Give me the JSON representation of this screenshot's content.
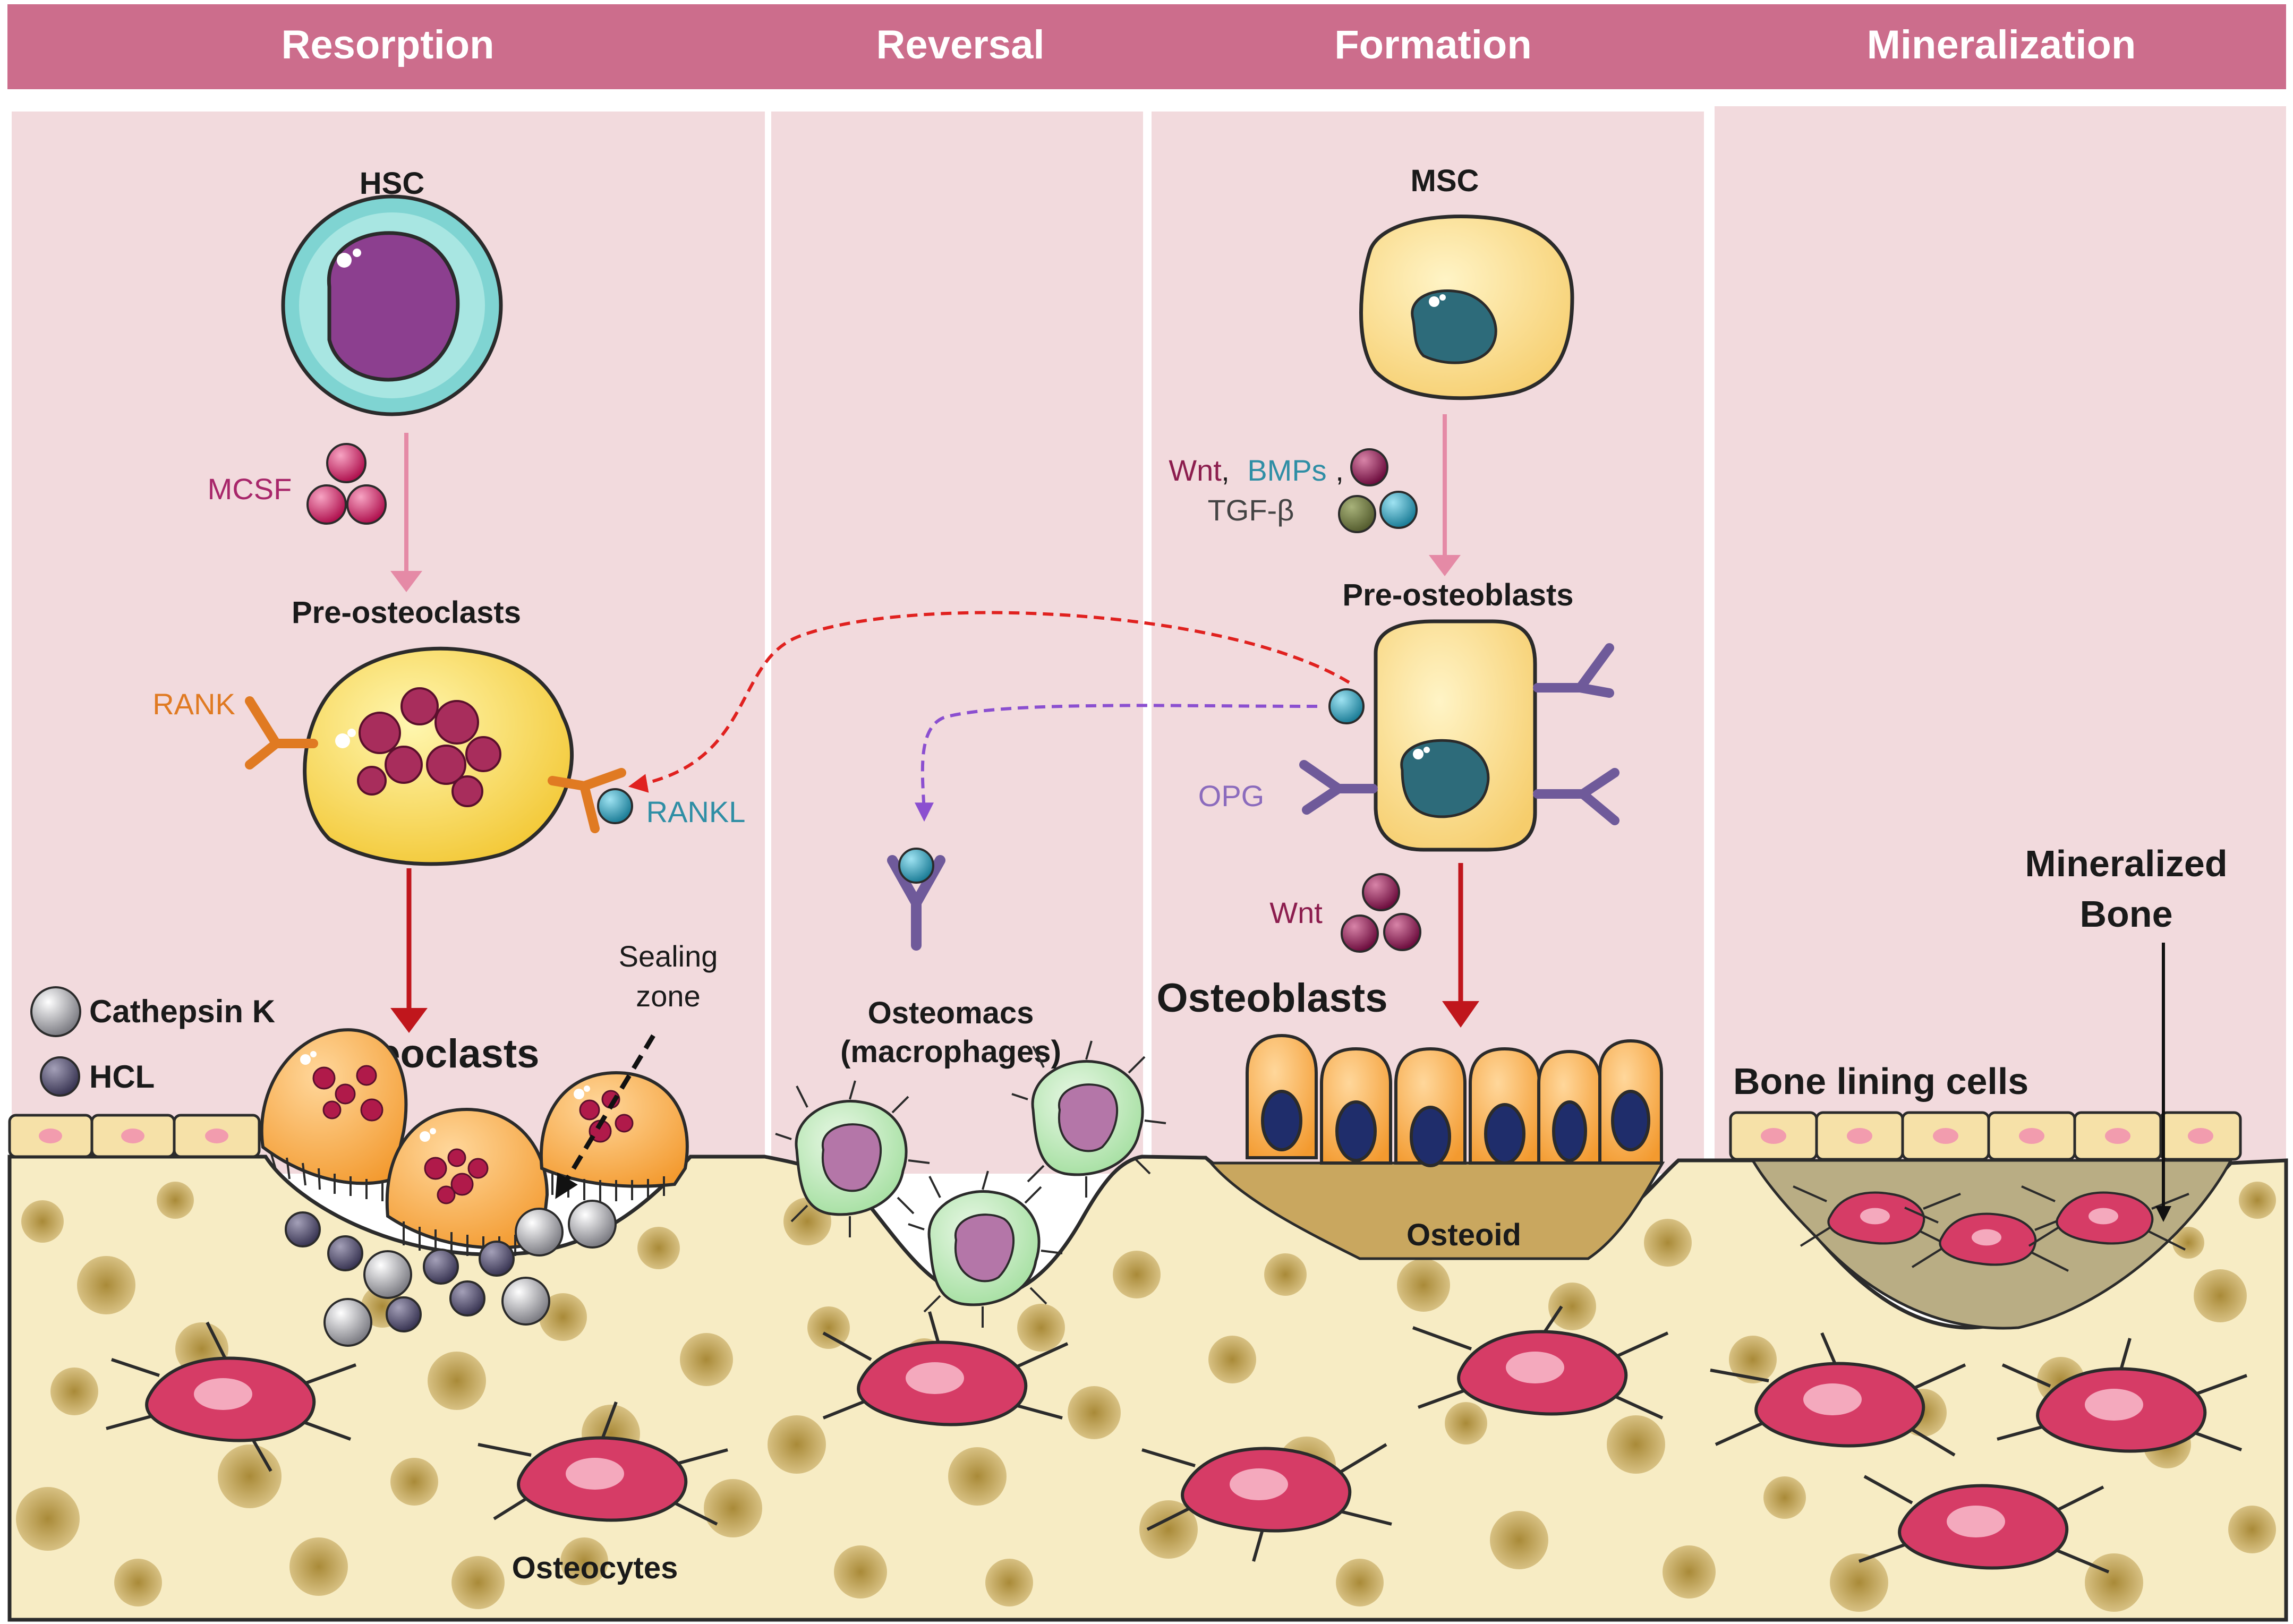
{
  "phases": {
    "resorption": "Resorption",
    "reversal": "Reversal",
    "formation": "Formation",
    "mineralization": "Mineralization"
  },
  "cells": {
    "hsc": "HSC",
    "msc": "MSC",
    "pre_osteoclasts": "Pre-osteoclasts",
    "pre_osteoblasts": "Pre-osteoblasts",
    "osteoclasts": "Osteoclasts",
    "osteoblasts": "Osteoblasts",
    "osteomacs_line1": "Osteomacs",
    "osteomacs_line2": "(macrophages)",
    "bone_lining_cells": "Bone lining cells",
    "osteocytes": "Osteocytes"
  },
  "molecules": {
    "mcsf": "MCSF",
    "rank": "RANK",
    "rankl": "RANKL",
    "opg": "OPG",
    "wnt": "Wnt",
    "sep1": ",",
    "bmps": "BMPs",
    "sep2": ",",
    "tgfb": "TGF-β",
    "wnt2": "Wnt"
  },
  "legend": {
    "cathepsin_k": "Cathepsin K",
    "hcl": "HCL"
  },
  "labels": {
    "sealing_zone_line1": "Sealing",
    "sealing_zone_line2": "zone",
    "osteoid": "Osteoid",
    "mineralized_bone_line1": "Mineralized",
    "mineralized_bone_line2": "Bone"
  },
  "colors": {
    "header_band": "#cc6d8c",
    "panel_bg": "#f2dadd",
    "bone_bg": "#f7ecc4",
    "bone_pore": "#c9ac5c",
    "osteocyte": "#d63c66",
    "text_magenta": "#a8266a",
    "text_teal": "#2f8ea5",
    "text_orange": "#e07a22",
    "text_purple": "#8b6bbd",
    "arrow_red": "#c0161c",
    "arrow_pink": "#e58aa6"
  }
}
